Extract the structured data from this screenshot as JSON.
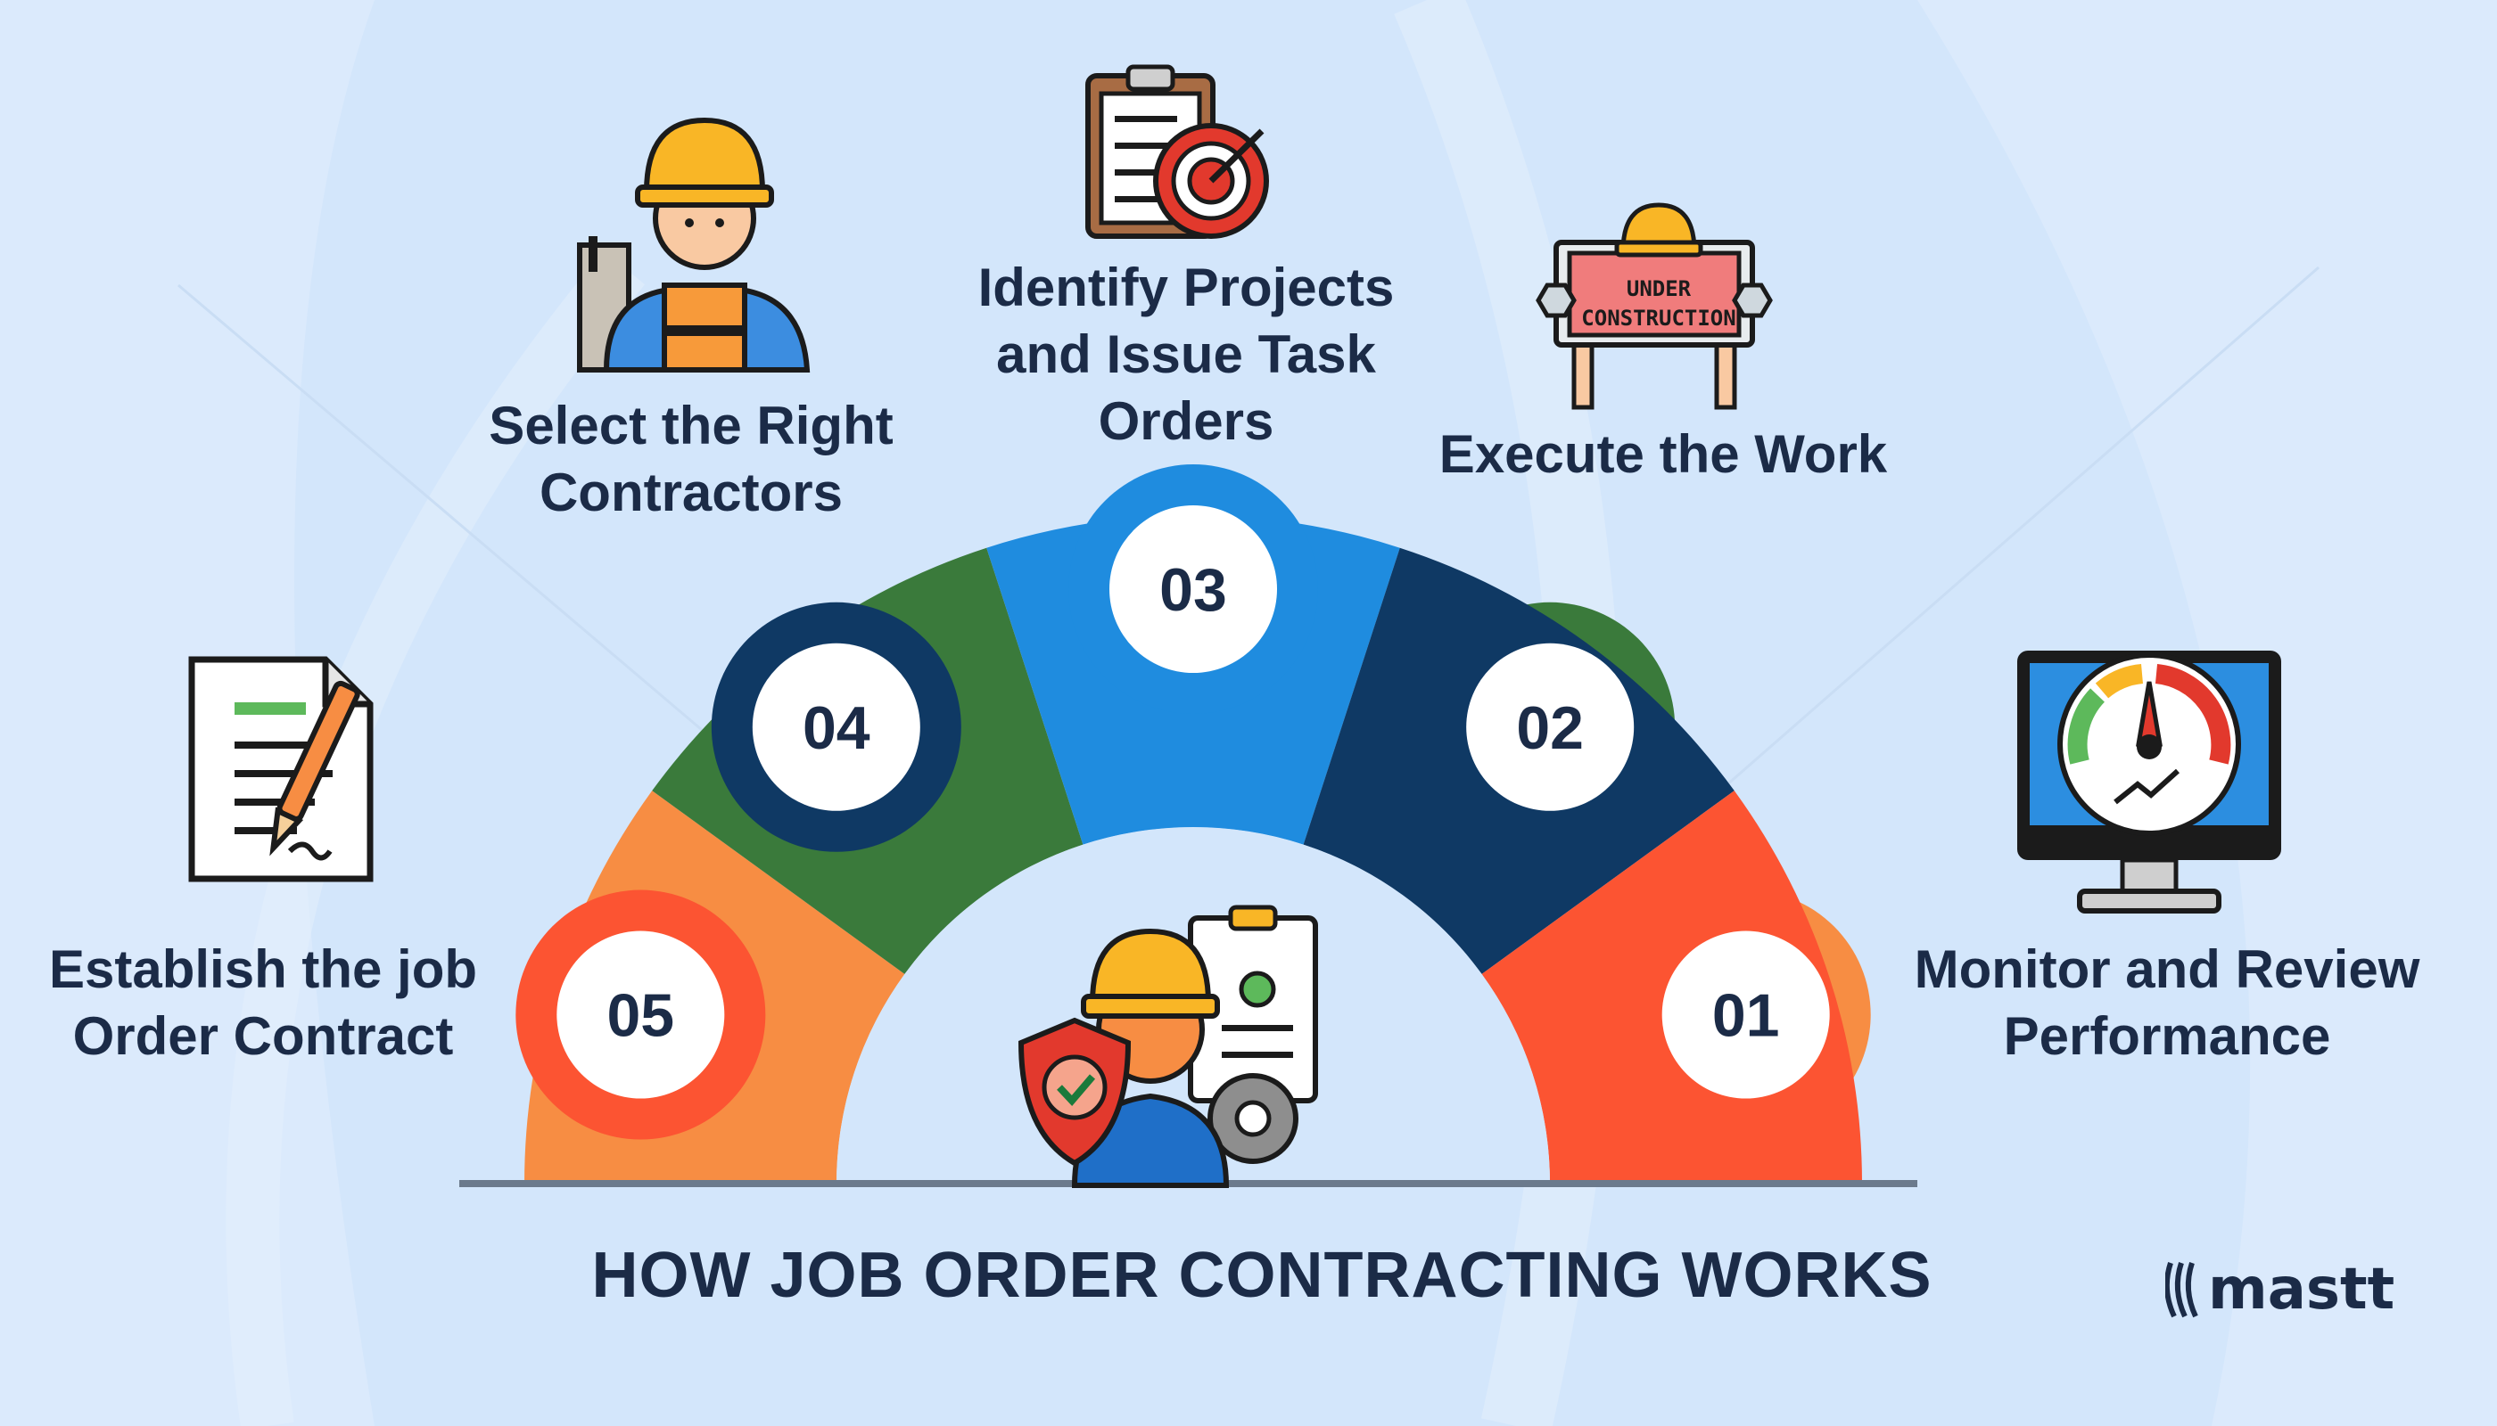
{
  "title": "HOW JOB ORDER CONTRACTING WORKS",
  "brand": "mastt",
  "steps": [
    {
      "number": "01",
      "label_lines": [
        "Establish the job",
        "Order Contract"
      ],
      "color": "#f78d43",
      "icon": "contract-pen-icon"
    },
    {
      "number": "02",
      "label_lines": [
        "Select the Right",
        "Contractors"
      ],
      "color": "#3a7a3b",
      "icon": "construction-worker-icon"
    },
    {
      "number": "03",
      "label_lines": [
        "Identify Projects",
        "and Issue Task",
        "Orders"
      ],
      "color": "#1f8cdf",
      "icon": "clipboard-target-icon"
    },
    {
      "number": "04",
      "label_lines": [
        "Execute the Work"
      ],
      "color": "#0f3964",
      "icon": "under-construction-sign-icon"
    },
    {
      "number": "05",
      "label_lines": [
        "Monitor and Review",
        "Performance"
      ],
      "color": "#fc5432",
      "icon": "performance-monitor-icon"
    }
  ],
  "sign_text": [
    "UNDER",
    "CONSTRUCTION"
  ],
  "center_icon": "worker-safety-icon"
}
